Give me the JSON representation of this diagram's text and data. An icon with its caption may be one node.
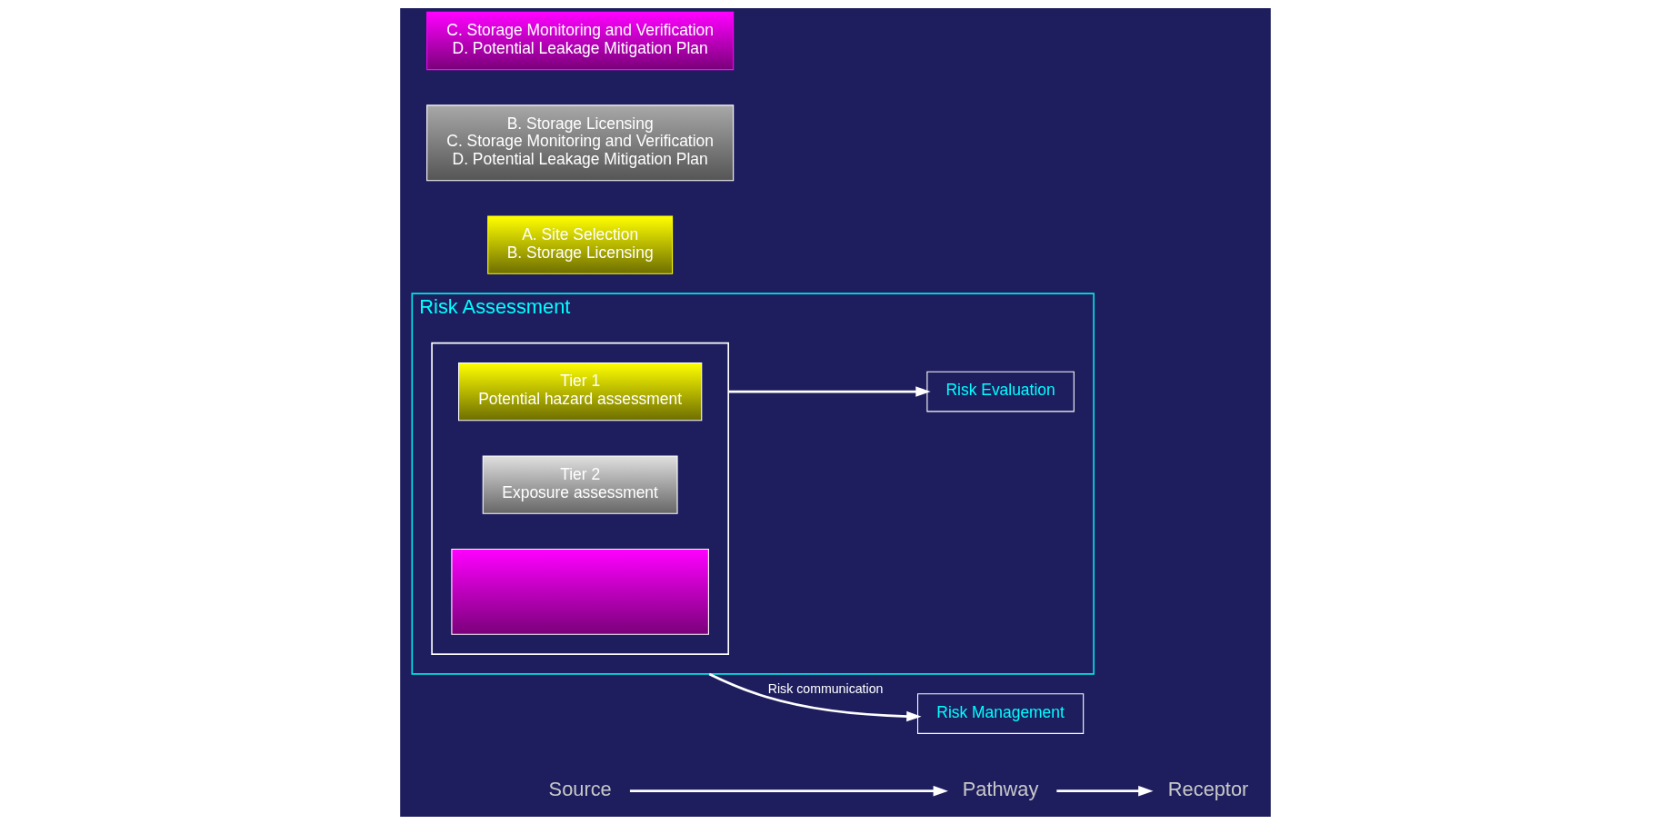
{
  "diagram": {
    "nodes": [
      {
        "text": [
          "Source"
        ]
      },
      {
        "text": [
          "Pathway"
        ]
      },
      {
        "text": [
          "Receptor"
        ]
      },
      {
        "text": [
          "Risk Assessment"
        ]
      },
      {
        "text": [],
        "shape": "box",
        "in": 3
      },
      {
        "text": [
          "Tier 1",
          "Potential hazard assessment"
        ],
        "in": 4
      },
      {
        "text": [
          "Tier 2",
          "Exposure assessment"
        ],
        "in": 4
      },
      {
        "text": [],
        "shape": "box",
        "in": 4
      },
      {
        "text": [
          "Risk Evaluation"
        ],
        "in": 3
      },
      {
        "text": [
          "Risk Management"
        ]
      },
      {
        "text": [
          "A. Site Selection",
          "B. Storage Licensing"
        ]
      },
      {
        "text": [
          "B. Storage Licensing",
          "C. Storage Monitoring and Verification",
          "D. Potential Leakage Mitigation Plan"
        ]
      },
      {
        "text": [
          "C. Storage Monitoring and Verification",
          "D. Potential Leakage Mitigation Plan"
        ]
      }
    ],
    "edges": [
      {
        "from": 0,
        "to": 1,
        "arrow": "to"
      },
      {
        "from": 1,
        "to": 2,
        "arrow": "to"
      },
      {
        "from": 4,
        "to": 8,
        "arrow": "to"
      },
      {
        "from": 3,
        "to": 9,
        "arrow": "to",
        "label": "Risk communication"
      }
    ]
  }
}
